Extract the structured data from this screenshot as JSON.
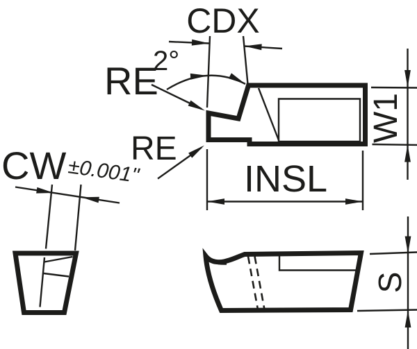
{
  "drawing": {
    "background_color": "#ffffff",
    "ink_color": "#1c1c1a",
    "dimension_labels": {
      "cdx": "CDX",
      "taper_angle": "2°",
      "corner_radius_top": "RE",
      "corner_radius_bottom": "RE",
      "cutting_width": "CW",
      "cutting_width_tolerance": "±0.001\"",
      "insert_length": "INSL",
      "body_width": "W1",
      "seat_thickness": "S"
    }
  }
}
